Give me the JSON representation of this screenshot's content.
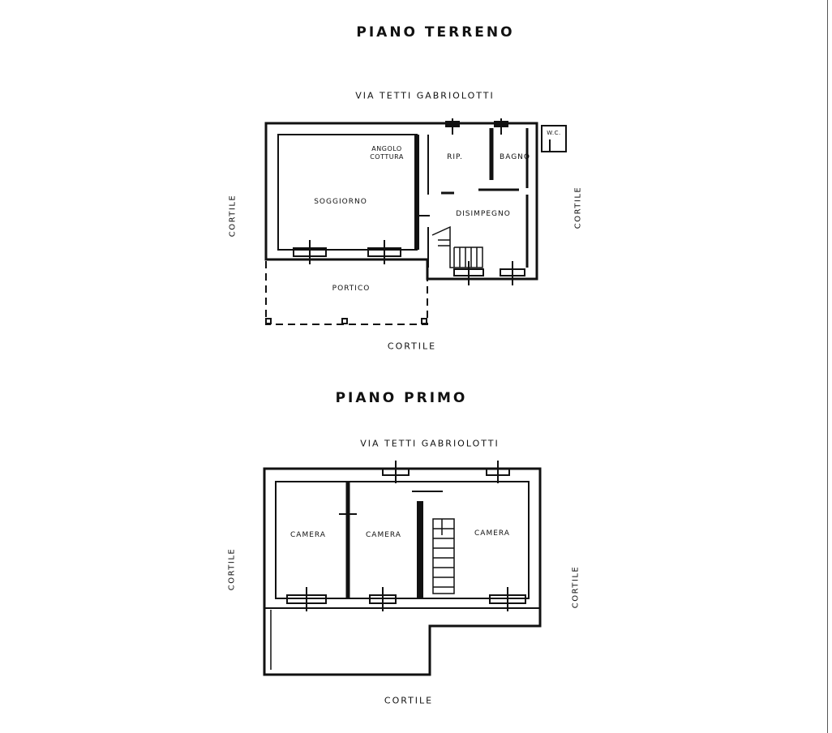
{
  "ground_floor": {
    "title": "PIANO TERRENO",
    "street": "VIA TETTI GABRIOLOTTI",
    "courtyard_bottom": "CORTILE",
    "courtyard_left": "CORTILE",
    "courtyard_right": "CORTILE",
    "rooms": {
      "soggiorno": "SOGGIORNO",
      "angolo_cottura_line1": "ANGOLO",
      "angolo_cottura_line2": "COTTURA",
      "rip": "RIP.",
      "bagno": "BAGNO",
      "wc": "W.C.",
      "disimpegno": "DISIMPEGNO",
      "portico": "PORTICO"
    }
  },
  "first_floor": {
    "title": "PIANO PRIMO",
    "street": "VIA TETTI GABRIOLOTTI",
    "courtyard_bottom": "CORTILE",
    "courtyard_left": "CORTILE",
    "courtyard_right": "CORTILE",
    "rooms": {
      "camera_1": "CAMERA",
      "camera_2": "CAMERA",
      "camera_3": "CAMERA"
    }
  },
  "colors": {
    "ink": "#111111",
    "paper": "#ffffff"
  }
}
